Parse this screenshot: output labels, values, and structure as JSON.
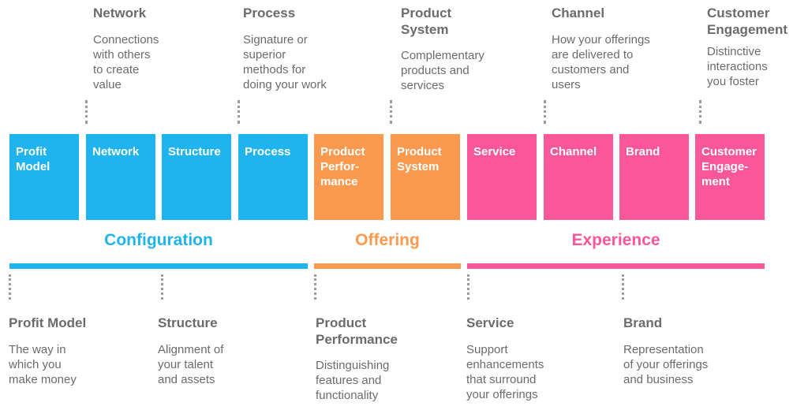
{
  "colors": {
    "configuration": "#1fb4ef",
    "offering": "#fb9a4e",
    "experience": "#f9579a",
    "text": "#6b6b6b",
    "dots": "#9a9a9a"
  },
  "boxes": [
    {
      "label": "Profit\nModel",
      "group": "configuration"
    },
    {
      "label": "Network",
      "group": "configuration"
    },
    {
      "label": "Structure",
      "group": "configuration"
    },
    {
      "label": "Process",
      "group": "configuration"
    },
    {
      "label": "Product\nPerfor-\nmance",
      "group": "offering"
    },
    {
      "label": "Product\nSystem",
      "group": "offering"
    },
    {
      "label": "Service",
      "group": "experience"
    },
    {
      "label": "Channel",
      "group": "experience"
    },
    {
      "label": "Brand",
      "group": "experience"
    },
    {
      "label": "Customer\nEngage-\nment",
      "group": "experience"
    }
  ],
  "categories": {
    "configuration": "Configuration",
    "offering": "Offering",
    "experience": "Experience"
  },
  "top_descriptions": [
    {
      "title": "Network",
      "text": "Connections\nwith others\nto create\nvalue"
    },
    {
      "title": "Process",
      "text": "Signature or\nsuperior\nmethods for\ndoing your work"
    },
    {
      "title": "Product\nSystem",
      "text": "Complementary\nproducts and\nservices"
    },
    {
      "title": "Channel",
      "text": "How your offerings\nare delivered to\ncustomers and\nusers"
    },
    {
      "title": "Customer\nEngagement",
      "text": "Distinctive\ninteractions\nyou foster"
    }
  ],
  "bottom_descriptions": [
    {
      "title": "Profit Model",
      "text": "The way in\nwhich you\nmake money"
    },
    {
      "title": "Structure",
      "text": "Alignment of\nyour talent\nand assets"
    },
    {
      "title": "Product\nPerformance",
      "text": "Distinguishing\nfeatures and\nfunctionality"
    },
    {
      "title": "Service",
      "text": "Support\nenhancements\nthat surround\nyour offerings"
    },
    {
      "title": "Brand",
      "text": "Representation\nof your offerings\nand business"
    }
  ]
}
